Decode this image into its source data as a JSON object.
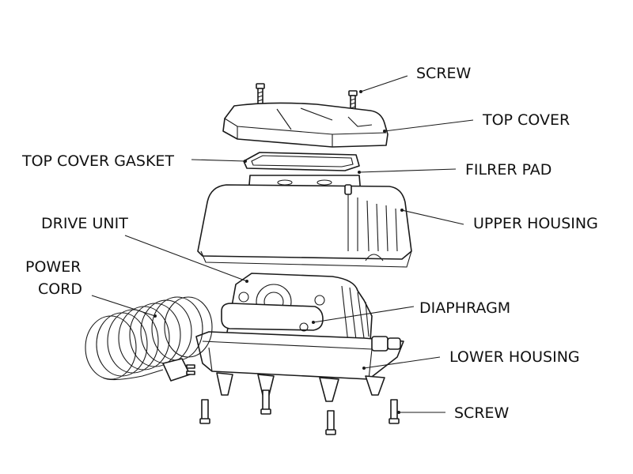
{
  "labels": {
    "screw_top": "SCREW",
    "top_cover": "TOP COVER",
    "top_cover_gasket": "TOP COVER GASKET",
    "filter_pad": "FILRER PAD",
    "upper_housing": "UPPER HOUSING",
    "drive_unit": "DRIVE UNIT",
    "power_cord_line1": "POWER",
    "power_cord_line2": "CORD",
    "diaphragm": "DIAPHRAGM",
    "lower_housing": "LOWER HOUSING",
    "screw_bottom": "SCREW"
  }
}
